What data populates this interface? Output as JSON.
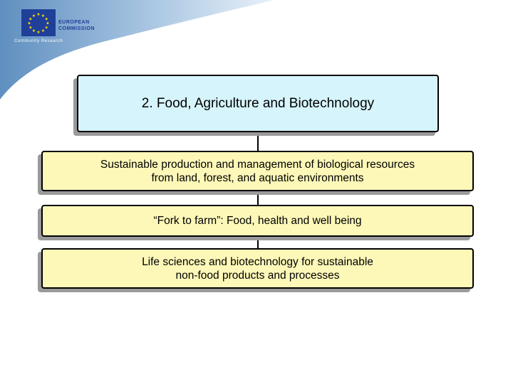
{
  "header": {
    "logo_line1": "EUROPEAN",
    "logo_line2": "COMMISSION",
    "logo_subtitle": "Community Research"
  },
  "diagram": {
    "title": "2. Food, Agriculture and Biotechnology",
    "items": [
      {
        "label": "Sustainable production and management of biological resources\nfrom land, forest, and aquatic environments"
      },
      {
        "label": "“Fork to farm”: Food, health and well being"
      },
      {
        "label": "Life sciences and biotechnology for sustainable\nnon-food products and processes"
      }
    ]
  },
  "colors": {
    "title_fill": "#d6f4fb",
    "item_fill": "#fdf8b8",
    "brand_blue": "#1f3f99",
    "star_yellow": "#ffdd00"
  }
}
